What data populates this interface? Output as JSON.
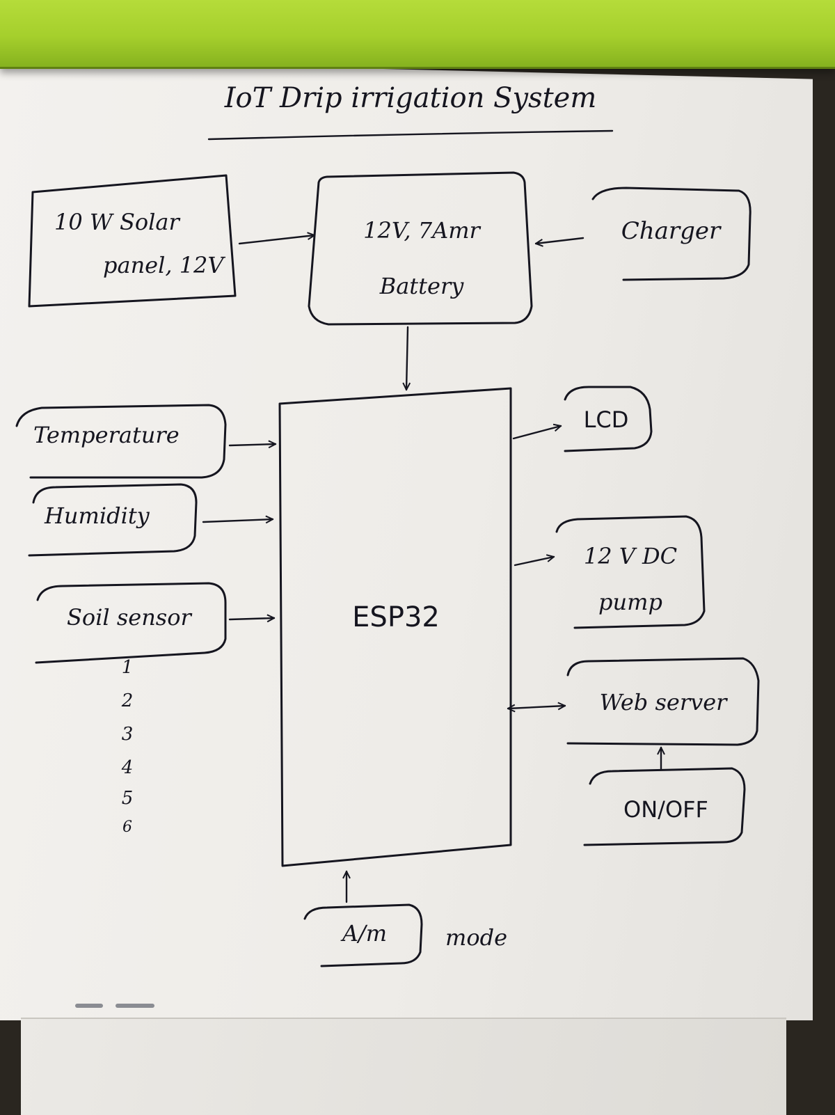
{
  "title": "IoT Drip irrigation System",
  "blocks": {
    "solar_panel": {
      "line1": "10 W Solar",
      "line2": "panel, 12V"
    },
    "battery": {
      "line1": "12V, 7Amr",
      "line2": "Battery"
    },
    "charger": {
      "label": "Charger"
    },
    "temperature": {
      "label": "Temperature"
    },
    "humidity": {
      "label": "Humidity"
    },
    "soil_sensor": {
      "label": "Soil sensor"
    },
    "esp32": {
      "label": "ESP32"
    },
    "lcd": {
      "label": "LCD"
    },
    "pump": {
      "line1": "12 V DC",
      "line2": "pump"
    },
    "web_server": {
      "label": "Web server"
    },
    "on_off": {
      "label": "ON/OFF"
    },
    "mode_switch": {
      "label": "A/m",
      "caption": "mode"
    }
  },
  "soil_sensor_numbers": [
    "1",
    "2",
    "3",
    "4",
    "5",
    "6"
  ]
}
